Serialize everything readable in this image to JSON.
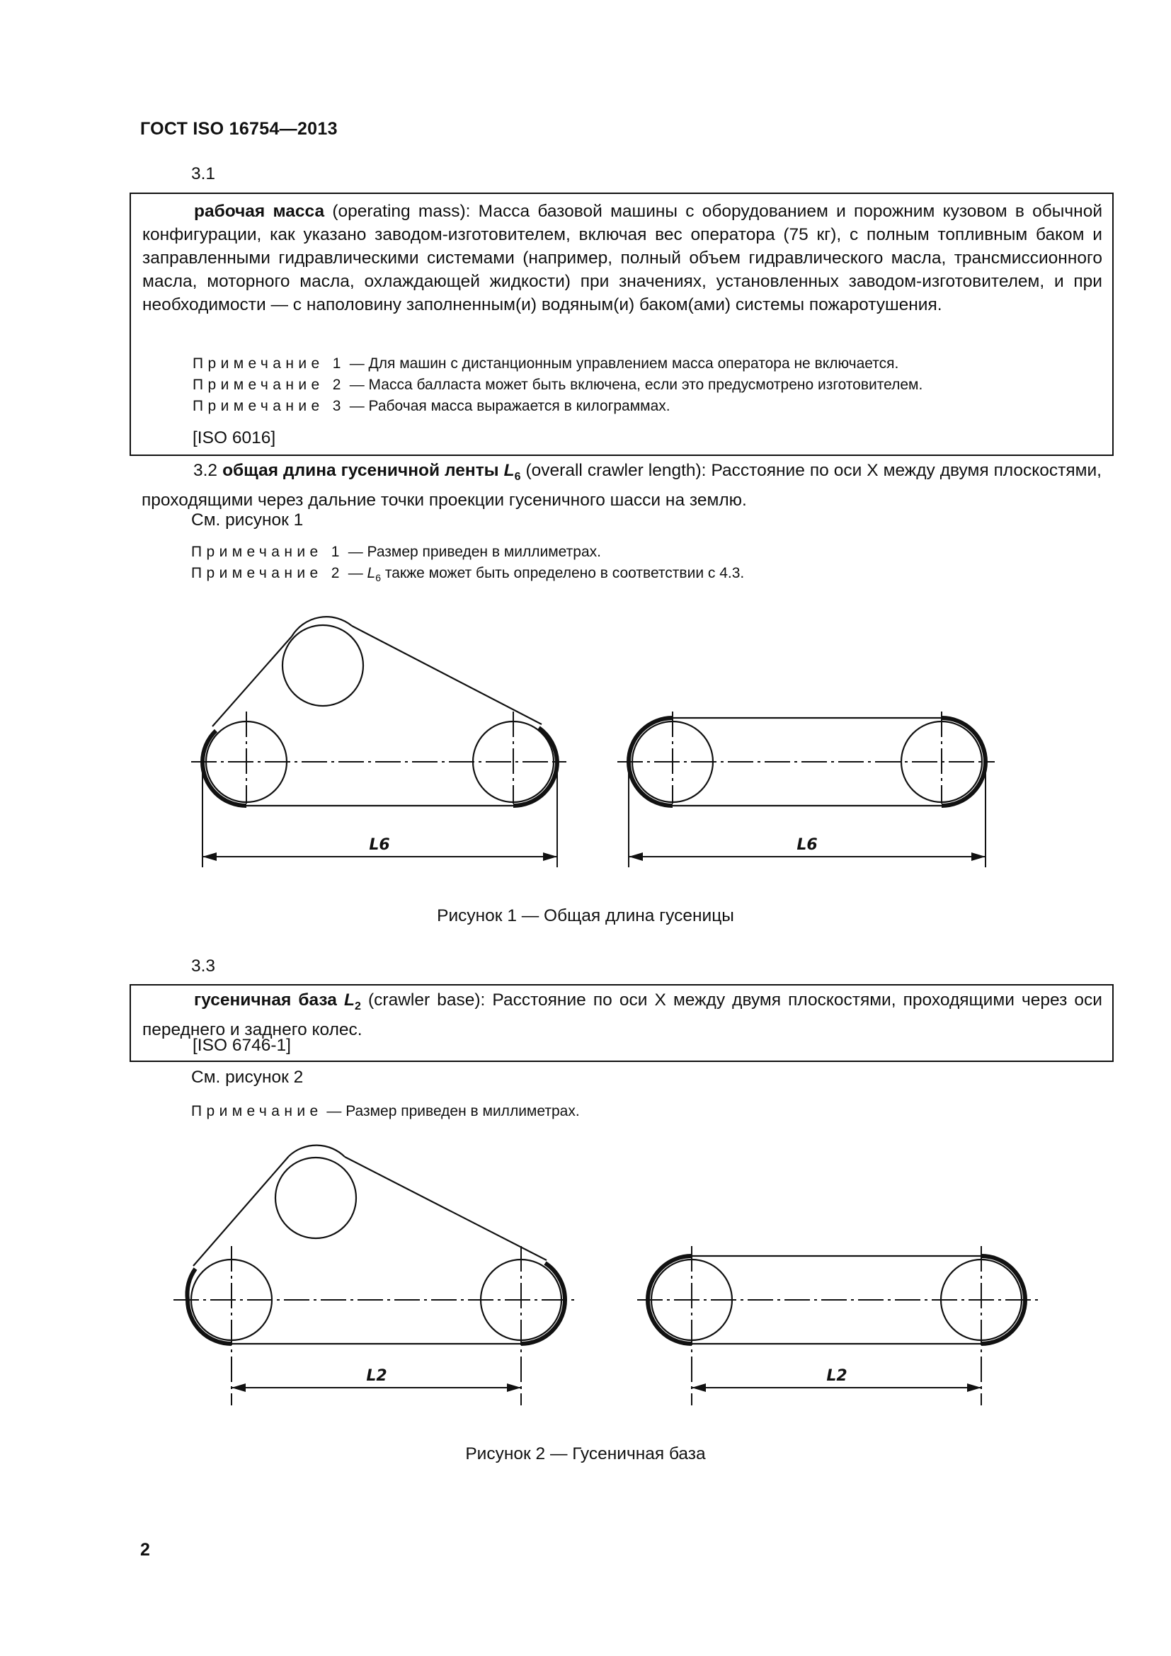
{
  "header": {
    "doc_id": "ГОСТ ISO 16754—2013"
  },
  "s31": {
    "number": "3.1",
    "term": "рабочая масса",
    "definition_rest": " (operating mass): Масса базовой машины с оборудованием и порожним кузовом в обычной конфигурации, как указано заводом-изготовителем, включая вес оператора (75 кг), с полным топливным баком и заправленными гидравлическими системами (например, полный объем гидравлического масла, трансмиссионного масла, моторного масла, охлаждающей жидкости) при значениях, установленных заводом-изготовителем, и при необходимости — с наполовину заполненным(и) водяным(и) баком(ами) системы пожаротушения.",
    "notes": [
      {
        "label": "Примечание 1",
        "text": " — Для машин с дистанционным управлением масса оператора не включается."
      },
      {
        "label": "Примечание 2",
        "text": " — Масса балласта может быть включена, если это предусмотрено изготовителем."
      },
      {
        "label": "Примечание 3",
        "text": " — Рабочая масса выражается в килограммах."
      }
    ],
    "source": "[ISO 6016]"
  },
  "s32": {
    "number": "3.2",
    "term": "общая длина гусеничной ленты",
    "symbol": "L",
    "subscript": "6",
    "definition_rest": " (overall crawler length): Расстояние по оси X между двумя плоскостями, проходящими через дальние точки проекции гусеничного шасси на землю.",
    "see": "См. рисунок 1",
    "note1_label": "Примечание 1",
    "note1_text": " — Размер приведен в миллиметрах.",
    "note2_label": "Примечание 2",
    "note2_pre": " — ",
    "note2_symbol": "L",
    "note2_sub": "6",
    "note2_text": " также может быть определено в соответствии с 4.3."
  },
  "figure1": {
    "dim_label": "L6",
    "caption": "Рисунок 1 — Общая длина гусеницы"
  },
  "s33": {
    "number": "3.3",
    "term": "гусеничная база",
    "symbol": "L",
    "subscript": "2",
    "definition_rest": " (crawler base): Расстояние по оси X между двумя плоскостями, проходящими через оси переднего и заднего колес.",
    "source": "[ISO 6746-1]",
    "see": "См. рисунок 2",
    "note_label": "Примечание",
    "note_text": " — Размер приведен в миллиметрах."
  },
  "figure2": {
    "dim_label": "L2",
    "caption": "Рисунок 2 — Гусеничная база"
  },
  "footer": {
    "page_number": "2"
  }
}
